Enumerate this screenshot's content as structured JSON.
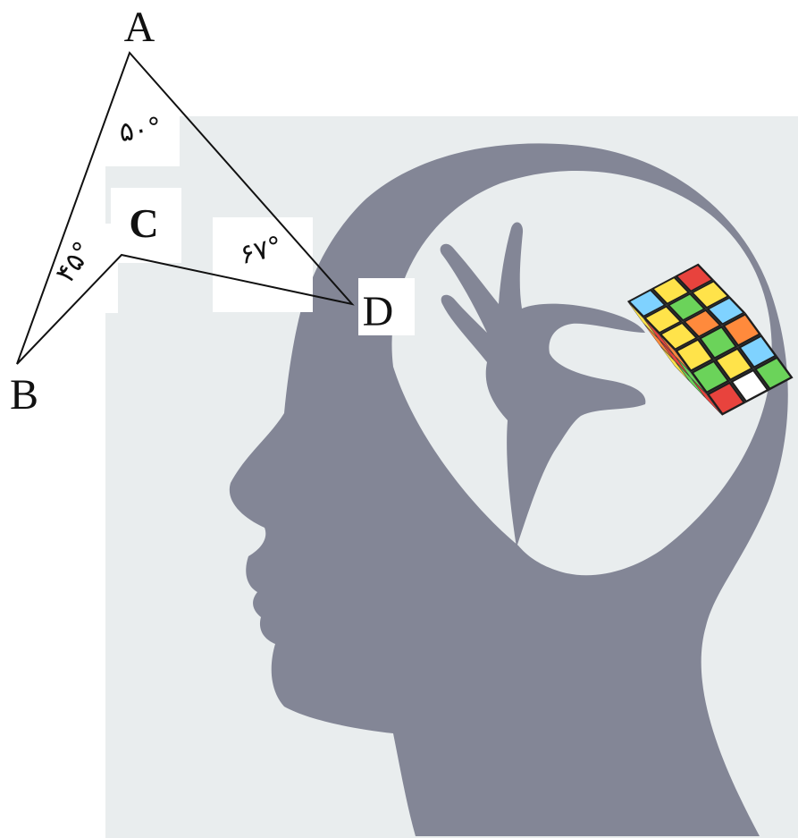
{
  "diagram": {
    "points": {
      "A": "A",
      "B": "B",
      "C": "C",
      "D": "D"
    },
    "angles": {
      "at_A": "۵۰°",
      "at_B": "۴۵°",
      "at_D": "۶۷°"
    }
  },
  "illustration": {
    "subject": "head-silhouette-with-hand-holding-rubiks-cube",
    "colors": {
      "background": "#e9edee",
      "silhouette": "#838696",
      "cube_face_colors": [
        "#ffe34a",
        "#6bd35a",
        "#ff8a3c",
        "#e8433d",
        "#7fd2ff",
        "#ffffff"
      ]
    }
  }
}
